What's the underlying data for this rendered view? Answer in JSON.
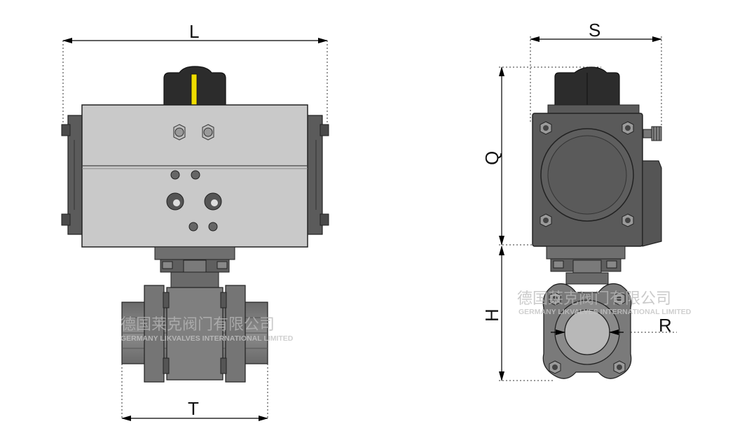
{
  "dimensions": {
    "L": "L",
    "T": "T",
    "S": "S",
    "Q": "Q",
    "H": "H",
    "R": "R"
  },
  "watermark": {
    "cn": "德国莱克阀门有限公司",
    "en": "GERMANY LIKVALVES INTERNATIONAL LIMITED"
  },
  "colors": {
    "actuator_body": "#c9c9c9",
    "dark_part": "#5a5a5a",
    "valve_body": "#7d7d7d",
    "indicator": "#f0dd00",
    "dimension_line": "#000000"
  }
}
